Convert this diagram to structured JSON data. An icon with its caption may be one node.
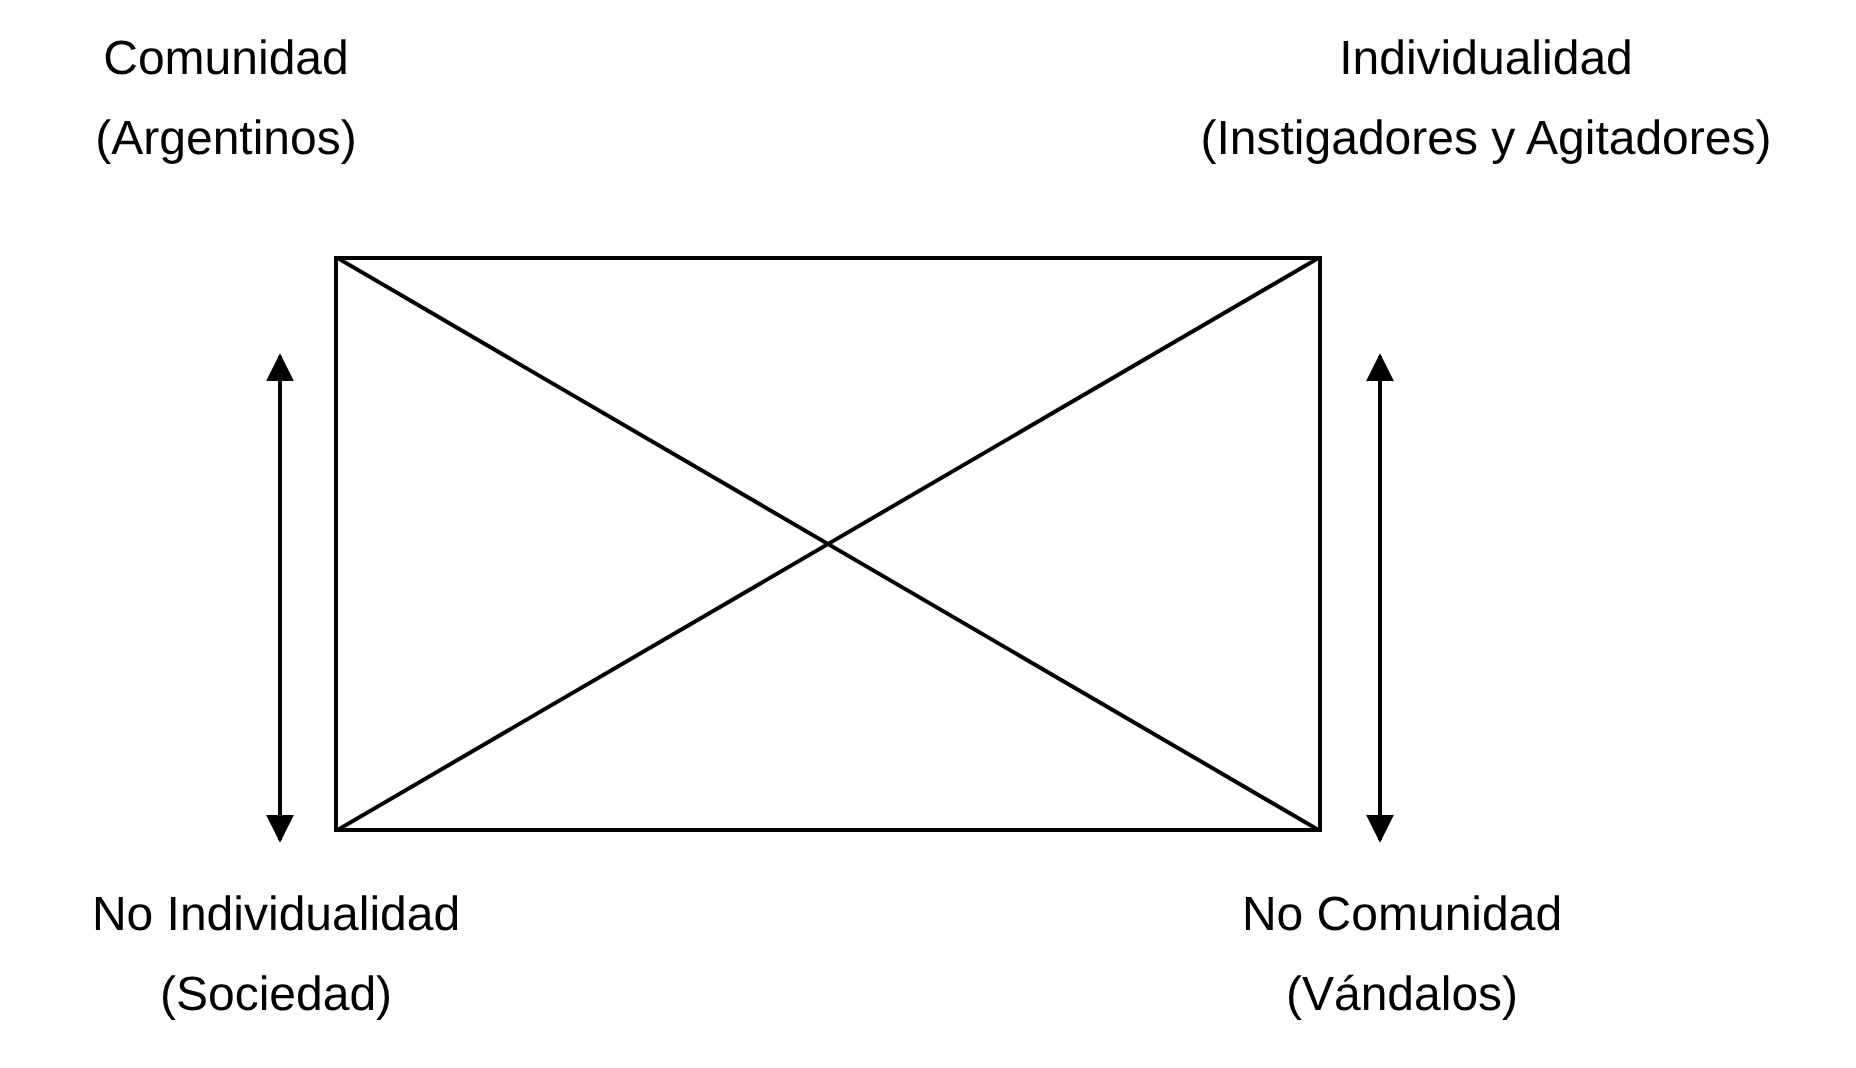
{
  "diagram": {
    "nodes": [
      {
        "text": [],
        "shape": "box"
      }
    ],
    "labels": [
      "Comunidad",
      "(Argentinos)",
      "Individualidad",
      "(Instigadores y Agitadores)",
      "No Individualidad",
      "(Sociedad)",
      "No Comunidad",
      "(Vándalos)"
    ]
  }
}
